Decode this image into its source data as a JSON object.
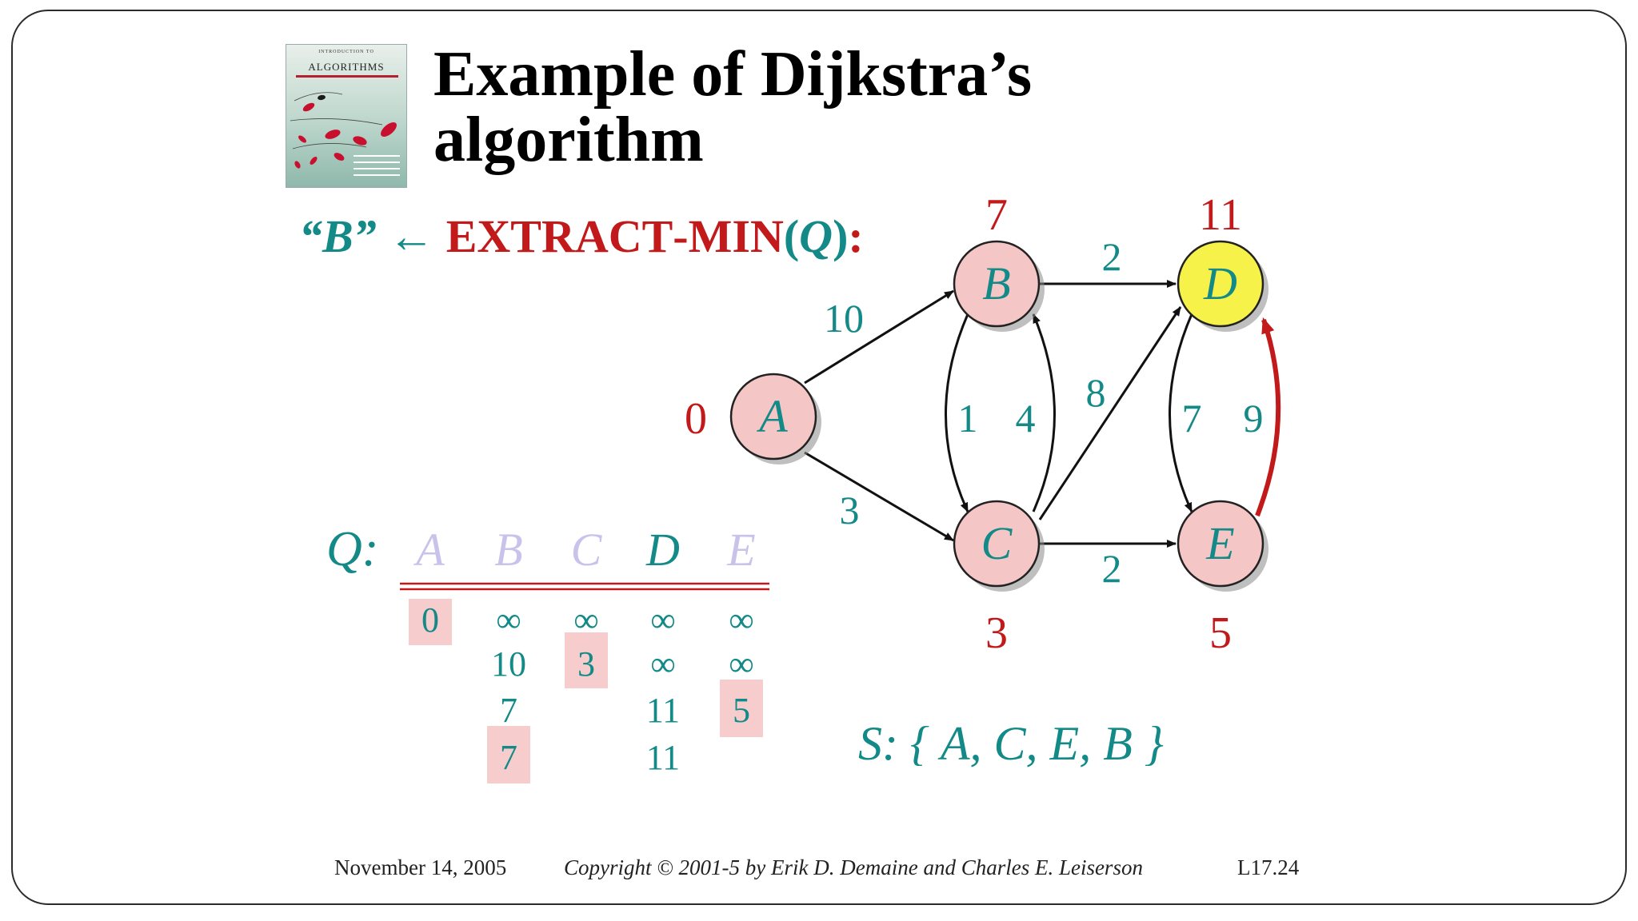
{
  "title": {
    "line1": "Example of Dijkstra’s",
    "line2": "algorithm"
  },
  "book_cover": {
    "top_text": "INTRODUCTION TO",
    "brand": "ALGORITHMS"
  },
  "operation": {
    "result": "“B”",
    "arrow": "←",
    "func_e": "E",
    "func_xtract": "XTRACT",
    "dash": "-",
    "func_m": "M",
    "func_in": "IN",
    "open": "(",
    "arg": "Q",
    "close": ")",
    "colon": ":"
  },
  "colors": {
    "teal": "#138a87",
    "red": "#c21a1a",
    "node_fill": "#f5c6c6",
    "current_node_fill": "#f7f24a",
    "highlight": "#f6cccc"
  },
  "graph": {
    "nodes": [
      {
        "id": "A",
        "label": "A",
        "distance": "0",
        "state": "visited"
      },
      {
        "id": "B",
        "label": "B",
        "distance": "7",
        "state": "visited"
      },
      {
        "id": "C",
        "label": "C",
        "distance": "3",
        "state": "visited"
      },
      {
        "id": "D",
        "label": "D",
        "distance": "11",
        "state": "current"
      },
      {
        "id": "E",
        "label": "E",
        "distance": "5",
        "state": "visited"
      }
    ],
    "edges": [
      {
        "from": "A",
        "to": "B",
        "weight": "10"
      },
      {
        "from": "A",
        "to": "C",
        "weight": "3"
      },
      {
        "from": "B",
        "to": "D",
        "weight": "2"
      },
      {
        "from": "B",
        "to": "C",
        "weight": "1"
      },
      {
        "from": "C",
        "to": "B",
        "weight": "4"
      },
      {
        "from": "C",
        "to": "D",
        "weight": "8"
      },
      {
        "from": "C",
        "to": "E",
        "weight": "2"
      },
      {
        "from": "D",
        "to": "E",
        "weight": "7"
      },
      {
        "from": "E",
        "to": "D",
        "weight": "9",
        "highlighted": true
      }
    ]
  },
  "queue_table": {
    "label": "Q:",
    "headers": [
      "A",
      "B",
      "C",
      "D",
      "E"
    ],
    "rows": [
      [
        "0",
        "∞",
        "∞",
        "∞",
        "∞"
      ],
      [
        "",
        "10",
        "3",
        "∞",
        "∞"
      ],
      [
        "",
        "7",
        "",
        "11",
        "5"
      ],
      [
        "",
        "7",
        "",
        "11",
        ""
      ]
    ],
    "highlighted_cells": [
      [
        0,
        0
      ],
      [
        1,
        2
      ],
      [
        2,
        4
      ],
      [
        3,
        1
      ]
    ]
  },
  "settled_set": "S: { A, C, E, B }",
  "footer": {
    "date": "November 14, 2005",
    "copyright": "Copyright © 2001-5 by Erik D. Demaine and Charles E. Leiserson",
    "slide_number": "L17.24"
  }
}
